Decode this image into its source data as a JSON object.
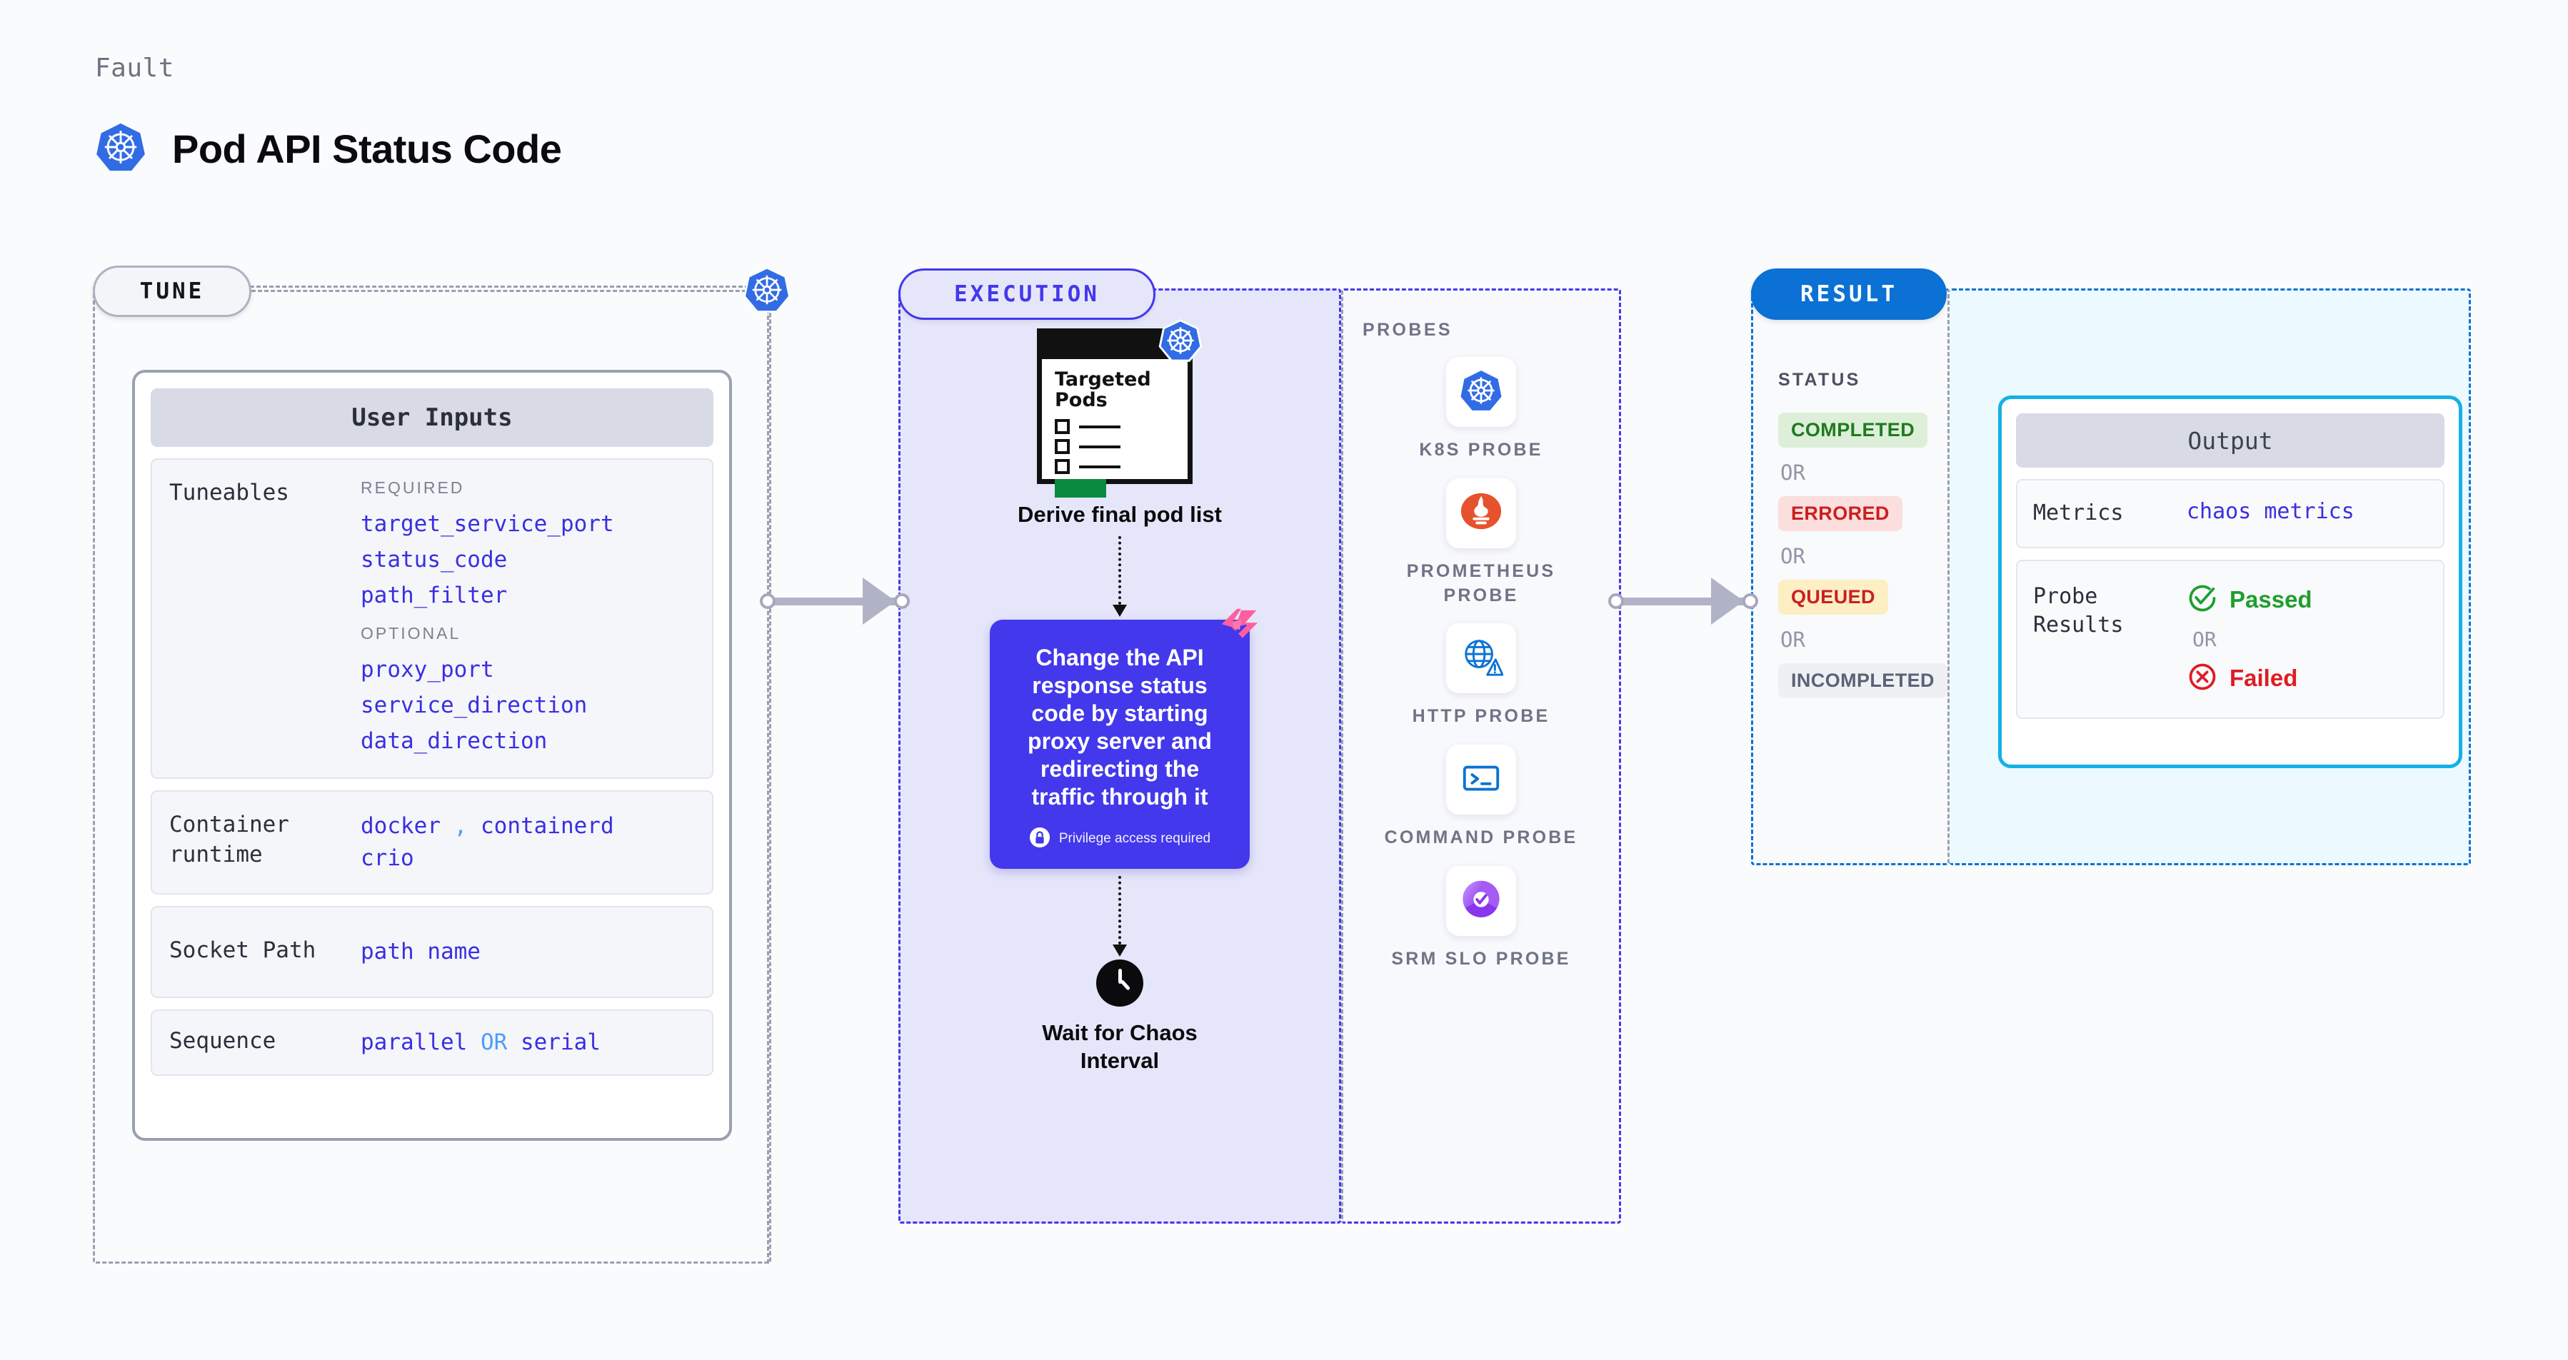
{
  "header": {
    "kicker": "Fault",
    "title": "Pod API Status Code",
    "icon": "kubernetes-icon"
  },
  "stages": {
    "tune": {
      "badge": "TUNE"
    },
    "execution": {
      "badge": "EXECUTION"
    },
    "result": {
      "badge": "RESULT"
    }
  },
  "tune": {
    "card_title": "User Inputs",
    "rows": [
      {
        "label": "Tuneables",
        "groups": [
          {
            "title": "REQUIRED",
            "items": [
              "target_service_port",
              "status_code",
              "path_filter"
            ]
          },
          {
            "title": "OPTIONAL",
            "items": [
              "proxy_port",
              "service_direction",
              "data_direction"
            ]
          }
        ]
      },
      {
        "label": "Container runtime",
        "values_line1": "docker",
        "separator": ",",
        "values_line1b": "containerd",
        "values_line2": "crio"
      },
      {
        "label": "Socket Path",
        "value": "path name"
      },
      {
        "label": "Sequence",
        "value_a": "parallel",
        "conjunction": "OR",
        "value_b": "serial"
      }
    ]
  },
  "execution": {
    "pods_icon": {
      "title_line1": "Targeted",
      "title_line2": "Pods",
      "badge_icon": "kubernetes-icon"
    },
    "step1_caption": "Derive final pod list",
    "action_card": {
      "text": "Change the API response status code by starting proxy server and redirecting the traffic through it",
      "privilege_note": "Privilege access required",
      "privilege_icon": "lock-icon",
      "ribbon_icon": "harness-chaos-icon",
      "color": "#4338ec"
    },
    "step3": {
      "icon": "clock-icon",
      "caption_line1": "Wait for Chaos",
      "caption_line2": "Interval"
    }
  },
  "probes": {
    "title": "PROBES",
    "items": [
      {
        "name": "K8S PROBE",
        "icon": "kubernetes-icon"
      },
      {
        "name": "PROMETHEUS PROBE",
        "icon": "prometheus-icon"
      },
      {
        "name": "HTTP PROBE",
        "icon": "http-globe-warning-icon"
      },
      {
        "name": "COMMAND PROBE",
        "icon": "terminal-icon"
      },
      {
        "name": "SRM SLO PROBE",
        "icon": "srm-slo-icon"
      }
    ]
  },
  "result": {
    "status_label": "STATUS",
    "or_label": "OR",
    "statuses": [
      {
        "label": "COMPLETED",
        "bg": "#deefd9",
        "fg": "#1f7a1f"
      },
      {
        "label": "ERRORED",
        "bg": "#fcdede",
        "fg": "#c9201f"
      },
      {
        "label": "QUEUED",
        "bg": "#fdeec4",
        "fg": "#c9201f"
      },
      {
        "label": "INCOMPLETED",
        "bg": "#eef0f4",
        "fg": "#5c6276"
      }
    ]
  },
  "output": {
    "card_title": "Output",
    "metrics_label": "Metrics",
    "metrics_value": "chaos metrics",
    "probe_results_label": "Probe Results",
    "passed_label": "Passed",
    "failed_label": "Failed",
    "or_label": "OR",
    "passed_icon": "check-circle-icon",
    "failed_icon": "x-circle-icon"
  },
  "colors": {
    "accent_purple": "#4338ec",
    "accent_blue": "#0b71d4",
    "accent_cyan": "#14b0e6",
    "kubernetes_blue": "#326ce5",
    "page_bg": "#fafbfd"
  }
}
